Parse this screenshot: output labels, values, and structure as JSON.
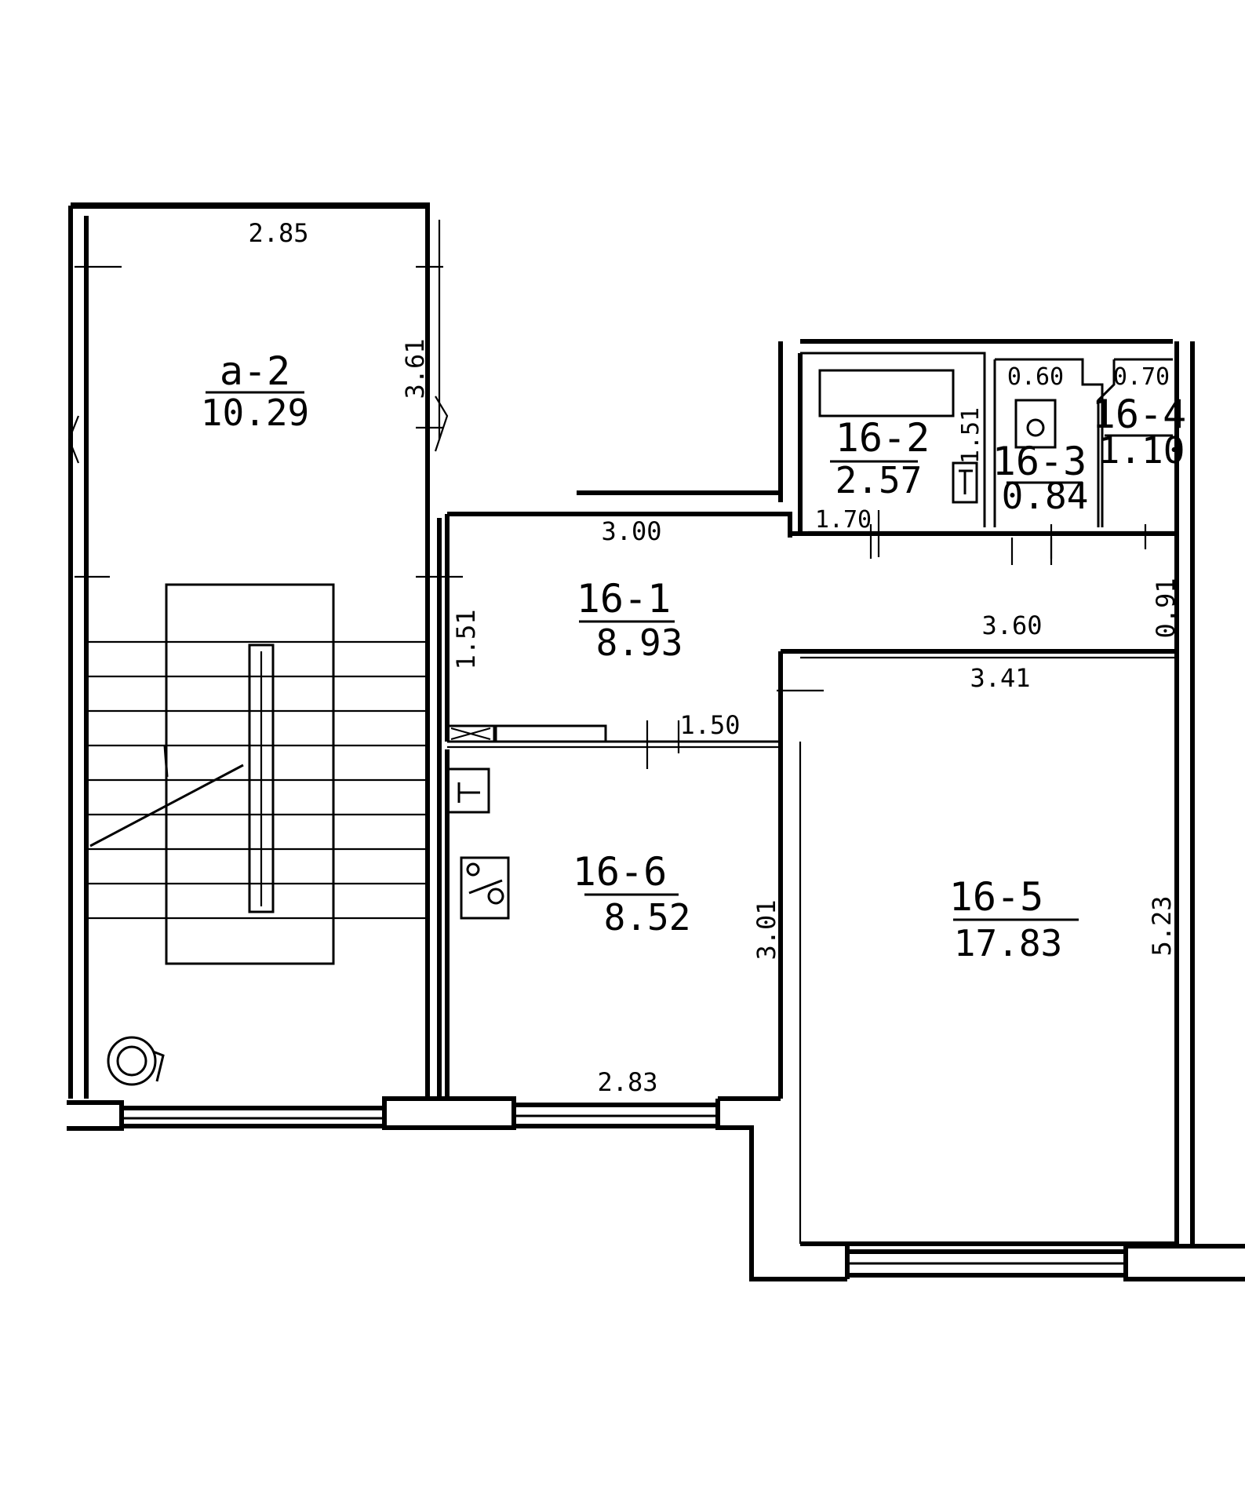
{
  "rooms": {
    "a2": {
      "id": "a-2",
      "area": "10.29"
    },
    "r1": {
      "id": "16-1",
      "area": "8.93"
    },
    "r2": {
      "id": "16-2",
      "area": "2.57"
    },
    "r3": {
      "id": "16-3",
      "area": "0.84"
    },
    "r4": {
      "id": "16-4",
      "area": "1.10"
    },
    "r5": {
      "id": "16-5",
      "area": "17.83"
    },
    "r6": {
      "id": "16-6",
      "area": "8.52"
    }
  },
  "dimensions": {
    "a2_width": "2.85",
    "a2_height": "3.61",
    "r1_top": "3.00",
    "r1_right": "3.60",
    "r1_left": "1.51",
    "r1_right_v": "0.91",
    "r1_bottom": "1.50",
    "r2_bottom": "1.70",
    "r2_right": "1.51",
    "r3_top": "0.60",
    "r4_top": "0.70",
    "r5_top": "3.41",
    "r5_right": "5.23",
    "r6_right": "3.01",
    "r6_bottom": "2.83"
  }
}
